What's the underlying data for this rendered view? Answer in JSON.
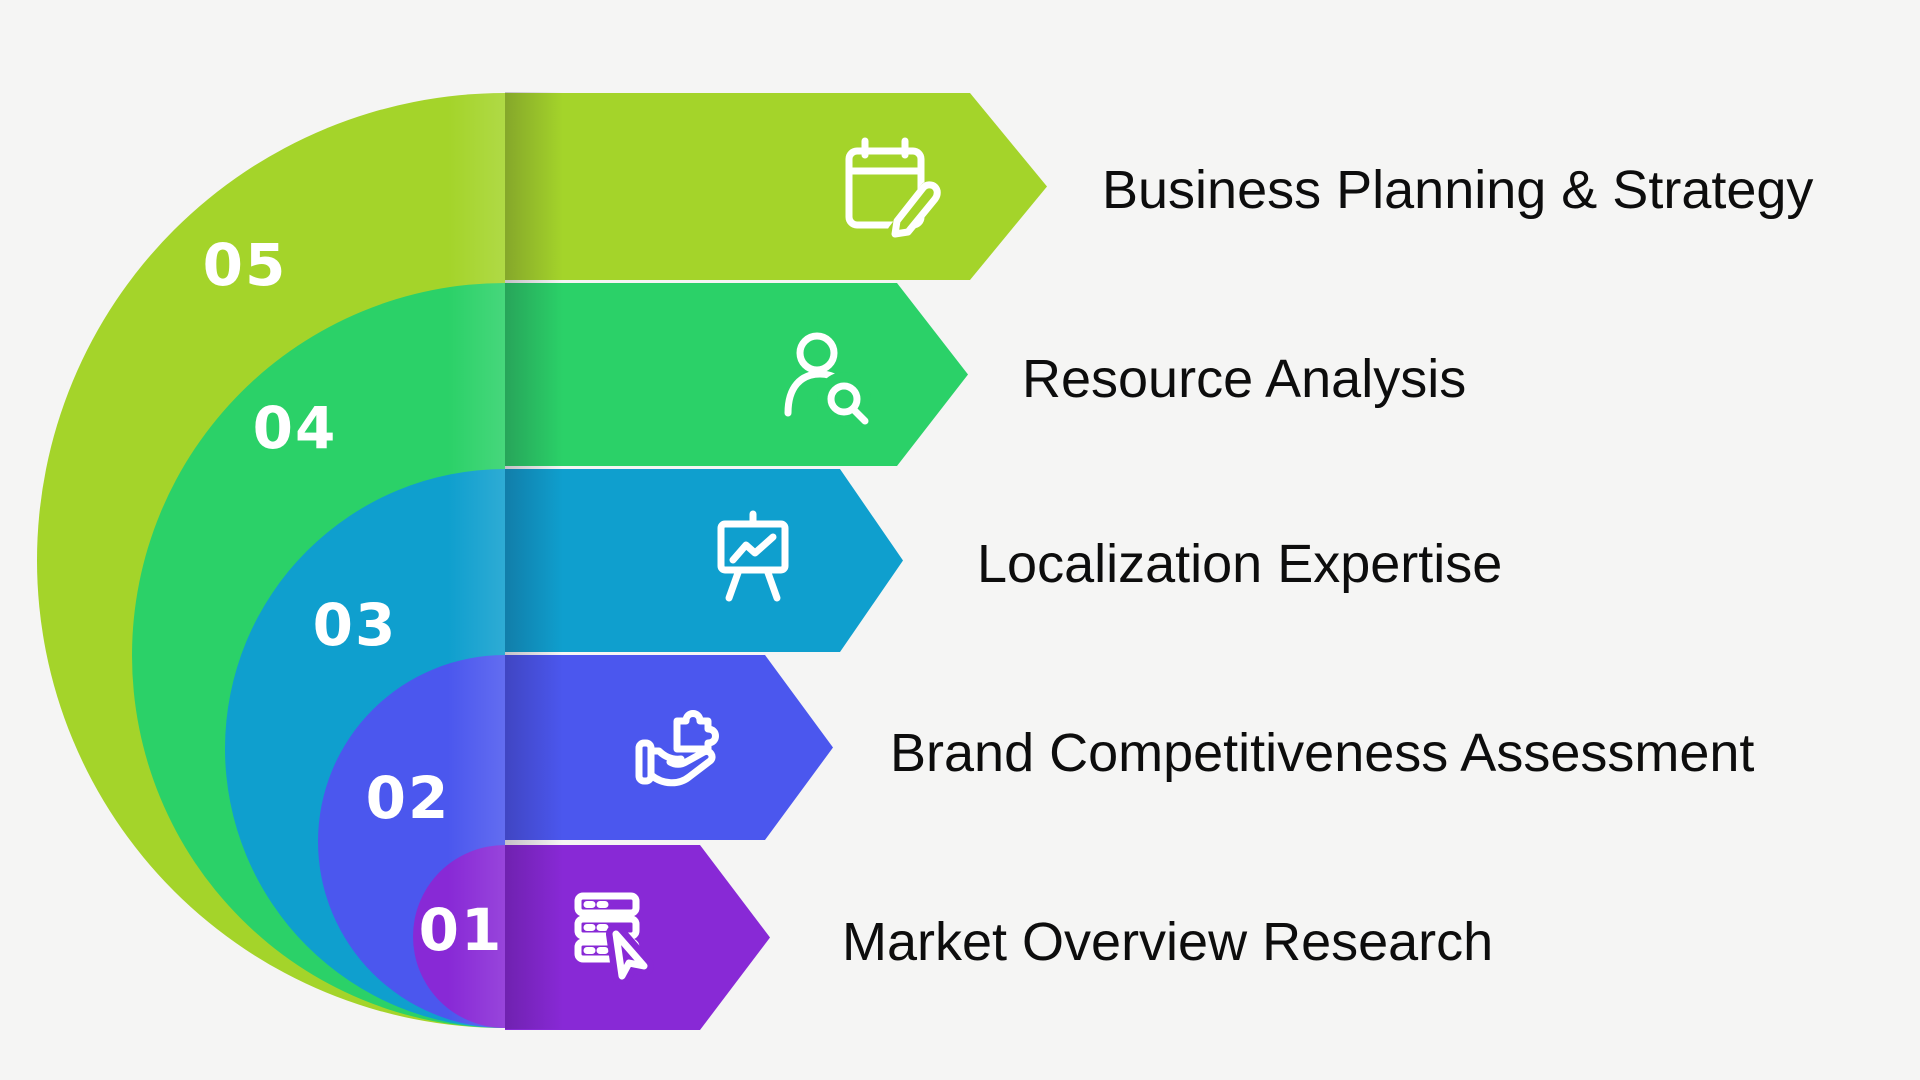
{
  "background_color": "#f5f5f4",
  "label_color": "#0d0d0d",
  "number_color": "#ffffff",
  "icon_color": "#ffffff",
  "steps": [
    {
      "number": "05",
      "label": "Business Planning & Strategy",
      "color": "#a4d42a",
      "icon": "calendar-edit-icon"
    },
    {
      "number": "04",
      "label": "Resource Analysis",
      "color": "#2bd168",
      "icon": "user-search-icon"
    },
    {
      "number": "03",
      "label": "Localization Expertise",
      "color": "#0f9fce",
      "icon": "presentation-chart-icon"
    },
    {
      "number": "02",
      "label": "Brand Competitiveness Assessment",
      "color": "#4b57ee",
      "icon": "hand-puzzle-icon"
    },
    {
      "number": "01",
      "label": "Market Overview Research",
      "color": "#8829d6",
      "icon": "server-cursor-icon"
    }
  ]
}
